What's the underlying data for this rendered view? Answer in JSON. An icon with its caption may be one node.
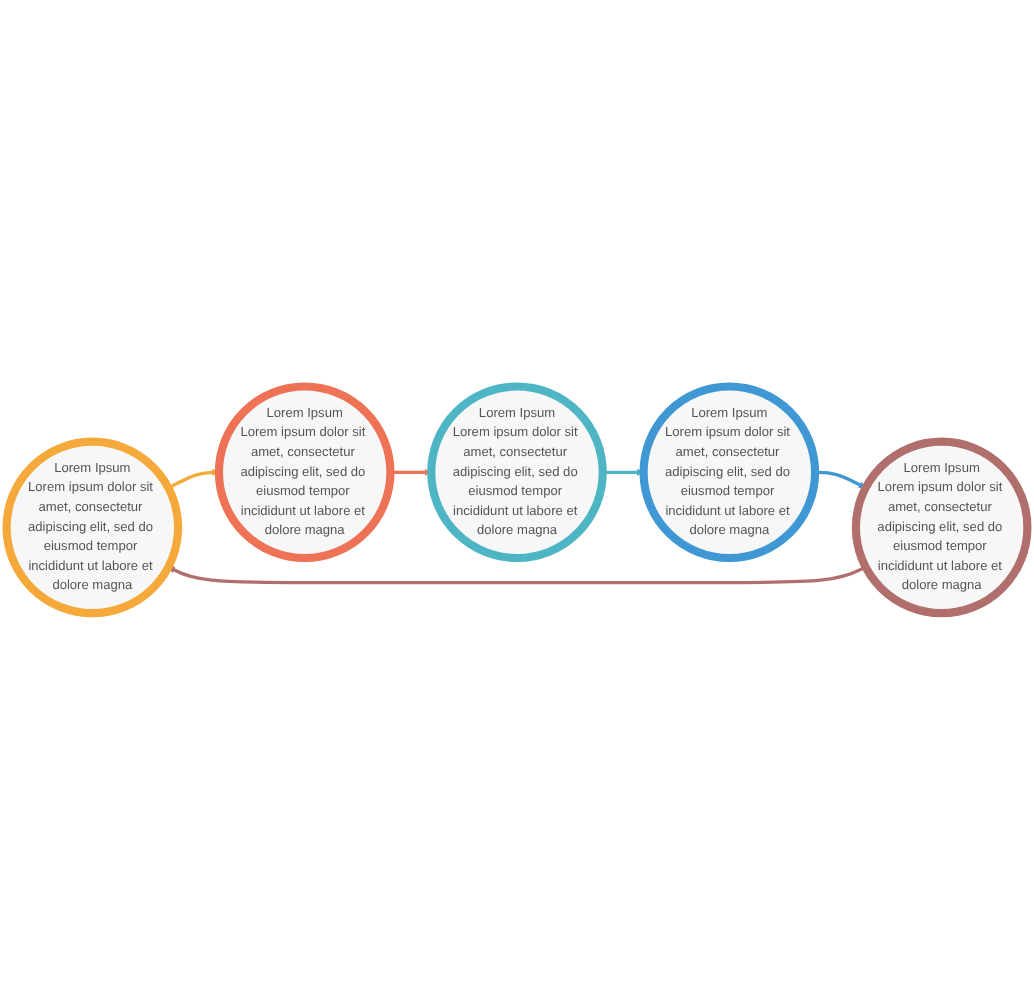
{
  "diagram": {
    "nodes": [
      {
        "text": [
          "Lorem Ipsum",
          "Lorem ipsum dolor sit amet, consectetur adipiscing elit, sed do eiusmod tempor incididunt ut labore et dolore magna"
        ]
      },
      {
        "text": [
          "Lorem Ipsum",
          "Lorem ipsum dolor sit amet, consectetur adipiscing elit, sed do eiusmod tempor incididunt ut labore et dolore magna"
        ]
      },
      {
        "text": [
          "Lorem Ipsum",
          "Lorem ipsum dolor sit amet, consectetur adipiscing elit, sed do eiusmod tempor incididunt ut labore et dolore magna"
        ]
      },
      {
        "text": [
          "Lorem Ipsum",
          "Lorem ipsum dolor sit amet, consectetur adipiscing elit, sed do eiusmod tempor incididunt ut labore et dolore magna"
        ]
      },
      {
        "text": [
          "Lorem Ipsum",
          "Lorem ipsum dolor sit amet, consectetur adipiscing elit, sed do eiusmod tempor incididunt ut labore et dolore magna"
        ]
      }
    ],
    "edges": [
      {
        "from": 0,
        "to": 1,
        "arrow": "to",
        "color": "#f5a93a"
      },
      {
        "from": 1,
        "to": 2,
        "arrow": "to",
        "color": "#ee7356"
      },
      {
        "from": 2,
        "to": 3,
        "arrow": "to",
        "color": "#4db5c4"
      },
      {
        "from": 3,
        "to": 4,
        "arrow": "to",
        "color": "#3f97d4"
      },
      {
        "from": 4,
        "to": 0,
        "arrow": "to",
        "color": "#b06e6c"
      }
    ]
  }
}
